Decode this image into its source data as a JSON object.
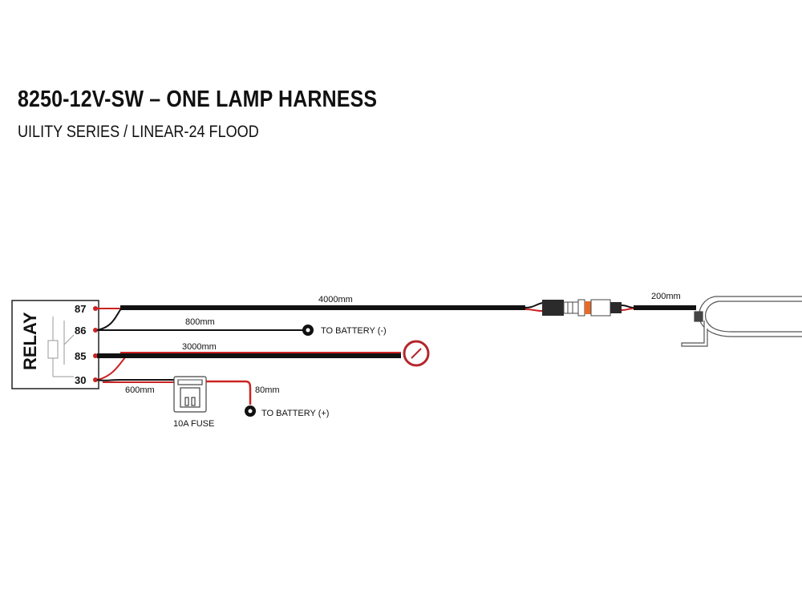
{
  "header": {
    "title": "8250-12V-SW – ONE LAMP HARNESS",
    "subtitle": "UILITY SERIES / LINEAR-24 FLOOD"
  },
  "relay": {
    "label": "RELAY",
    "terminals": [
      "87",
      "86",
      "85",
      "30"
    ]
  },
  "wires": {
    "main_length": "4000mm",
    "ground_length": "800mm",
    "switch_length": "3000mm",
    "feed_length": "600mm",
    "battery_pos_length": "80mm",
    "lamp_lead_length": "200mm"
  },
  "labels": {
    "to_battery_neg": "TO BATTERY (-)",
    "to_battery_pos": "TO BATTERY (+)",
    "fuse": "10A FUSE"
  },
  "colors": {
    "wire_black": "#111111",
    "wire_red": "#d11f1f",
    "switch_ring": "#b3262b",
    "outline": "#333333"
  }
}
